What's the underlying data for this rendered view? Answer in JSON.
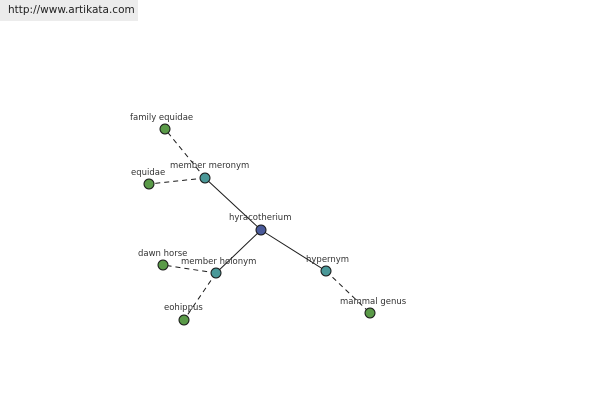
{
  "header": {
    "url": "http://www.artikata.com"
  },
  "graph": {
    "colors": {
      "center_fill": "#4a5a9a",
      "relation_fill": "#4a9898",
      "word_fill": "#5a9a48",
      "node_stroke": "#1a1a1a",
      "edge": "#1a1a1a"
    },
    "nodes": [
      {
        "id": "hyracotherium",
        "label": "hyracotherium",
        "kind": "center"
      },
      {
        "id": "member-meronym",
        "label": "member meronym",
        "kind": "relation"
      },
      {
        "id": "member-holonym",
        "label": "member holonym",
        "kind": "relation"
      },
      {
        "id": "hypernym",
        "label": "hypernym",
        "kind": "relation"
      },
      {
        "id": "family-equidae",
        "label": "family equidae",
        "kind": "word"
      },
      {
        "id": "equidae",
        "label": "equidae",
        "kind": "word"
      },
      {
        "id": "dawn-horse",
        "label": "dawn horse",
        "kind": "word"
      },
      {
        "id": "eohippus",
        "label": "eohippus",
        "kind": "word"
      },
      {
        "id": "mammal-genus",
        "label": "mammal genus",
        "kind": "word"
      }
    ],
    "edges": [
      {
        "from": "hyracotherium",
        "to": "member-meronym",
        "style": "solid"
      },
      {
        "from": "hyracotherium",
        "to": "member-holonym",
        "style": "solid"
      },
      {
        "from": "hyracotherium",
        "to": "hypernym",
        "style": "solid"
      },
      {
        "from": "member-meronym",
        "to": "family-equidae",
        "style": "dashed"
      },
      {
        "from": "member-meronym",
        "to": "equidae",
        "style": "dashed"
      },
      {
        "from": "member-holonym",
        "to": "dawn-horse",
        "style": "dashed"
      },
      {
        "from": "member-holonym",
        "to": "eohippus",
        "style": "dashed"
      },
      {
        "from": "hypernym",
        "to": "mammal-genus",
        "style": "dashed"
      }
    ]
  }
}
